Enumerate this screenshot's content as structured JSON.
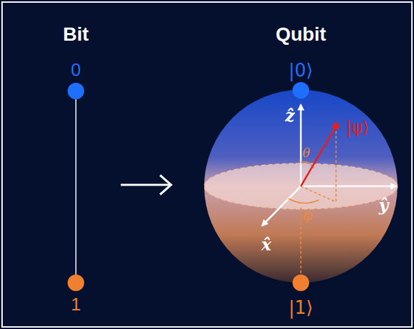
{
  "diagram": {
    "nodes": [
      {
        "text": [
          "0"
        ]
      },
      {
        "text": [
          "1"
        ]
      }
    ],
    "edges": [
      {
        "from": 0,
        "to": 1,
        "arrow": "none"
      }
    ],
    "labels": [
      "Bit",
      "Qubit",
      "|0⟩",
      "ẑ",
      "|ψ⟩",
      "θ",
      "ŷ",
      "ϕ",
      "x̂",
      "|1⟩"
    ]
  }
}
